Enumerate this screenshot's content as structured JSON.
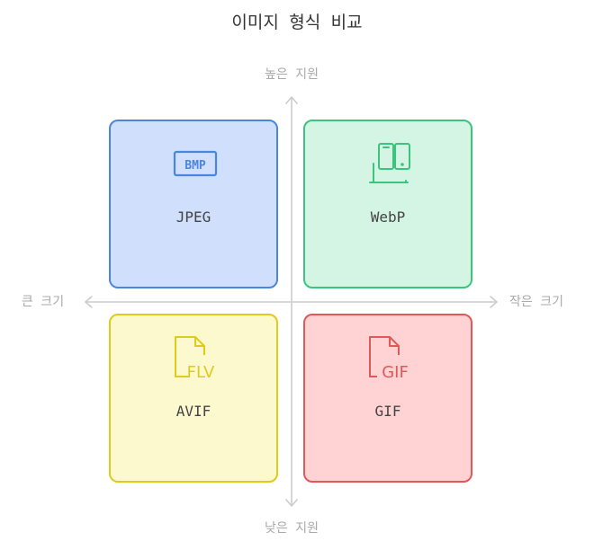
{
  "title": "이미지 형식 비교",
  "axes": {
    "top": "높은 지원",
    "bottom": "낮은 지원",
    "left": "큰 크기",
    "right": "작은 크기"
  },
  "quadrants": [
    {
      "label": "JPEG",
      "icon": "bmp-file-icon",
      "icon_text": "BMP",
      "color": "#4a86e0",
      "fill": "#d0dffc"
    },
    {
      "label": "WebP",
      "icon": "devices-icon",
      "icon_text": "",
      "color": "#3cc47f",
      "fill": "#d4f5e4"
    },
    {
      "label": "AVIF",
      "icon": "flv-file-icon",
      "icon_text": "FLV",
      "color": "#e0ca1a",
      "fill": "#fdf9cf"
    },
    {
      "label": "GIF",
      "icon": "gif-file-icon",
      "icon_text": "GIF",
      "color": "#e05858",
      "fill": "#ffd3d3"
    }
  ]
}
